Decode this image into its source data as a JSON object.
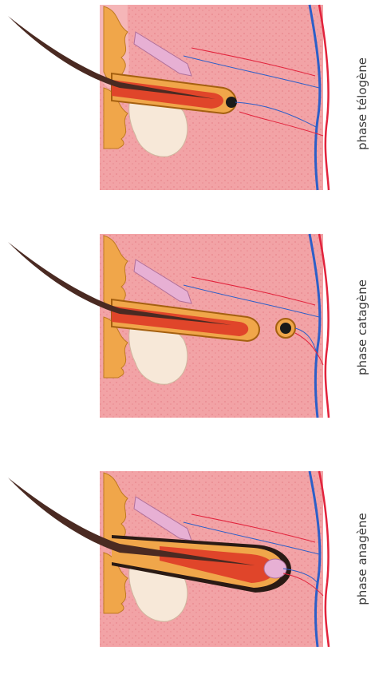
{
  "phases": [
    {
      "label": "phase télogène"
    },
    {
      "label": "phase catagène"
    },
    {
      "label": "phase anagène"
    }
  ],
  "colors": {
    "dermis": "#f2a3a6",
    "dermis_speck": "#ea8d92",
    "epidermis_band": "#f5b6b8",
    "follicle_orange": "#f0a64a",
    "hair_bulb_red": "#e0452a",
    "hair_shaft": "#4a2a22",
    "sebaceous_gland": "#f7e8d8",
    "arrector_muscle": "#e7b0d4",
    "vein_blue": "#2c5fc8",
    "artery_red": "#e2233c",
    "label_text": "#3a3a3a"
  }
}
